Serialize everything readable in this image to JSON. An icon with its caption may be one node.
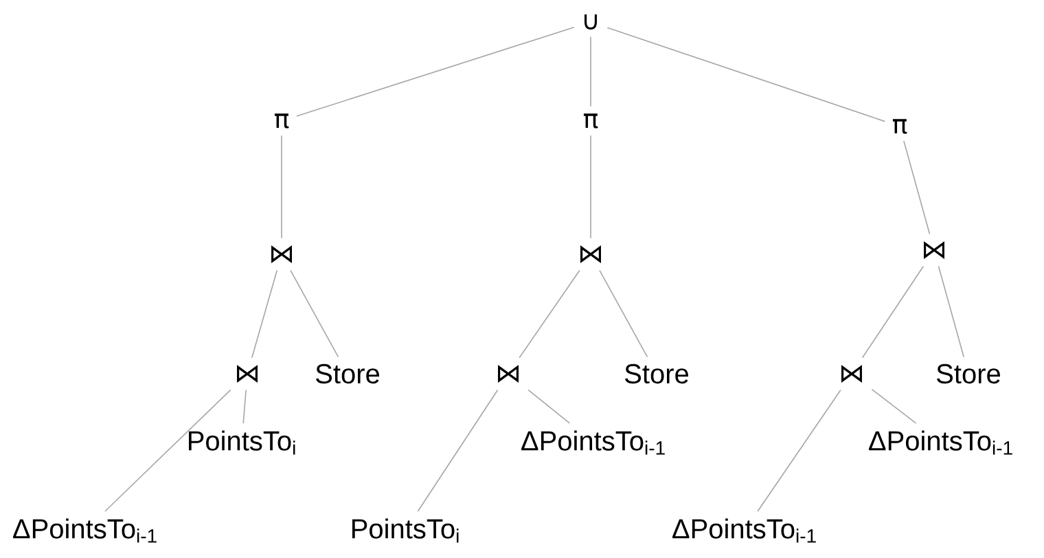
{
  "diagram": {
    "nodes": [
      {
        "text": [
          "∪"
        ]
      },
      {
        "text": [
          "π"
        ]
      },
      {
        "text": [
          "π"
        ]
      },
      {
        "text": [
          "π"
        ]
      },
      {
        "text": [
          "⋈"
        ]
      },
      {
        "text": [
          "⋈"
        ]
      },
      {
        "text": [
          "⋈"
        ]
      },
      {
        "text": [
          "⋈"
        ]
      },
      {
        "text": [
          "Store"
        ]
      },
      {
        "text": [
          "PointsTo$_{i}$"
        ]
      },
      {
        "text": [
          "ΔPointsTo$_{i-1}$"
        ]
      },
      {
        "text": [
          "⋈"
        ]
      },
      {
        "text": [
          "Store"
        ]
      },
      {
        "text": [
          "ΔPointsTo$_{i-1}$"
        ]
      },
      {
        "text": [
          "PointsTo$_{i}$"
        ]
      },
      {
        "text": [
          "⋈"
        ]
      },
      {
        "text": [
          "Store"
        ]
      },
      {
        "text": [
          "ΔPointsTo$_{i-1}$"
        ]
      },
      {
        "text": [
          "ΔPointsTo$_{i-1}$"
        ]
      }
    ],
    "edges": [
      {
        "from": 0,
        "to": 1,
        "arrow": "none"
      },
      {
        "from": 0,
        "to": 2,
        "arrow": "none"
      },
      {
        "from": 0,
        "to": 3,
        "arrow": "none"
      },
      {
        "from": 1,
        "to": 4,
        "arrow": "none"
      },
      {
        "from": 2,
        "to": 5,
        "arrow": "none"
      },
      {
        "from": 3,
        "to": 6,
        "arrow": "none"
      },
      {
        "from": 4,
        "to": 7,
        "arrow": "none"
      },
      {
        "from": 4,
        "to": 8,
        "arrow": "none"
      },
      {
        "from": 7,
        "to": 9,
        "arrow": "none"
      },
      {
        "from": 7,
        "to": 10,
        "arrow": "none"
      },
      {
        "from": 5,
        "to": 11,
        "arrow": "none"
      },
      {
        "from": 5,
        "to": 12,
        "arrow": "none"
      },
      {
        "from": 11,
        "to": 13,
        "arrow": "none"
      },
      {
        "from": 11,
        "to": 14,
        "arrow": "none"
      },
      {
        "from": 6,
        "to": 15,
        "arrow": "none"
      },
      {
        "from": 6,
        "to": 16,
        "arrow": "none"
      },
      {
        "from": 15,
        "to": 17,
        "arrow": "none"
      },
      {
        "from": 15,
        "to": 18,
        "arrow": "none"
      }
    ]
  }
}
